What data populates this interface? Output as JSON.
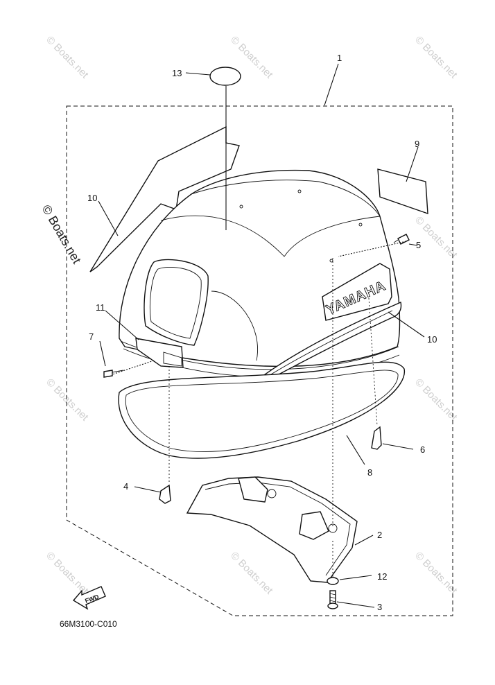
{
  "diagram_code": "66M3100-C010",
  "fwd_label": "FWD",
  "brand_decal": "YAMAHA",
  "side_watermark": "© Boats.net",
  "watermark_text": "© Boats.net",
  "callouts": {
    "c1": "1",
    "c2": "2",
    "c3": "3",
    "c4": "4",
    "c5": "5",
    "c6": "6",
    "c7": "7",
    "c8": "8",
    "c9": "9",
    "c10a": "10",
    "c10b": "10",
    "c11": "11",
    "c12": "12",
    "c13": "13"
  }
}
